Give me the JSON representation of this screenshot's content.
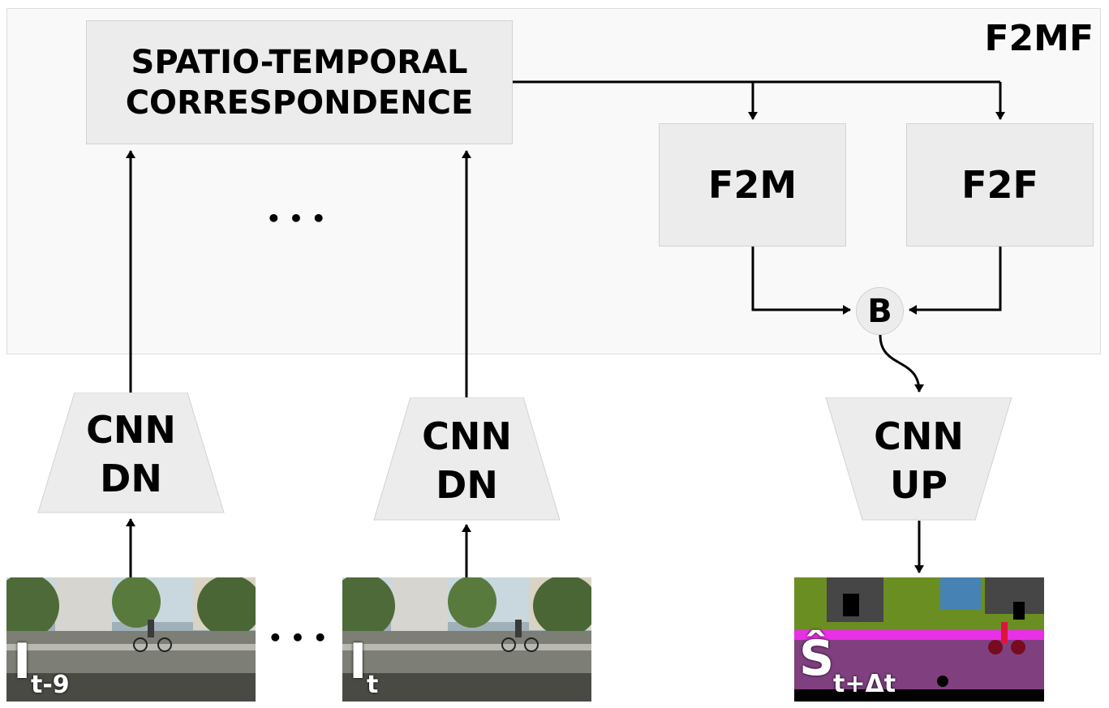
{
  "panel": {
    "title": "F2MF"
  },
  "boxes": {
    "correspondence": {
      "line1": "SPATIO-TEMPORAL",
      "line2": "CORRESPONDENCE"
    },
    "f2m": "F2M",
    "f2f": "F2F",
    "blend": "B"
  },
  "cnn_dn_1": {
    "line1": "CNN",
    "line2": "DN"
  },
  "cnn_dn_2": {
    "line1": "CNN",
    "line2": "DN"
  },
  "cnn_up": {
    "line1": "CNN",
    "line2": "UP"
  },
  "ellipsis_glyph": "• • •",
  "frames": {
    "input_1": {
      "symbol": "I",
      "subscript": "t-9"
    },
    "input_2": {
      "symbol": "I",
      "subscript": "t"
    },
    "output": {
      "symbol": "Ŝ",
      "subscript": "t+Δt"
    }
  },
  "colors": {
    "panel_bg": "#f9f9f9",
    "box_bg": "#ececec",
    "arrow": "#000000",
    "seg_road": "#804080",
    "seg_sidewalk": "#e830e6",
    "seg_vegetation": "#6b8e23",
    "seg_building": "#464646",
    "seg_sky": "#4682b4",
    "seg_bicycle": "#770b20",
    "seg_person": "#dc143c"
  }
}
